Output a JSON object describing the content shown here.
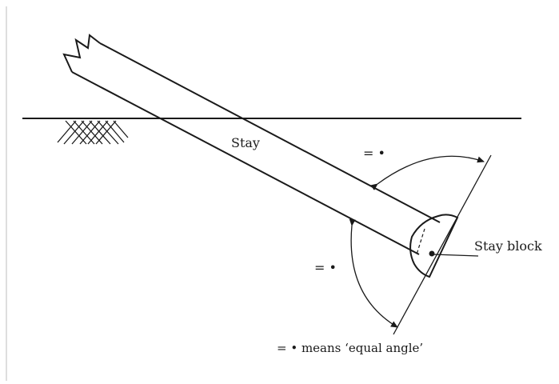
{
  "labels": {
    "stay": "Stay",
    "stay_block": "Stay block",
    "equal_mark_upper": "= •",
    "equal_mark_lower": "= •",
    "legend": "= • means ‘equal angle’"
  },
  "colors": {
    "ink": "#1a1a1a",
    "background": "#ffffff"
  }
}
